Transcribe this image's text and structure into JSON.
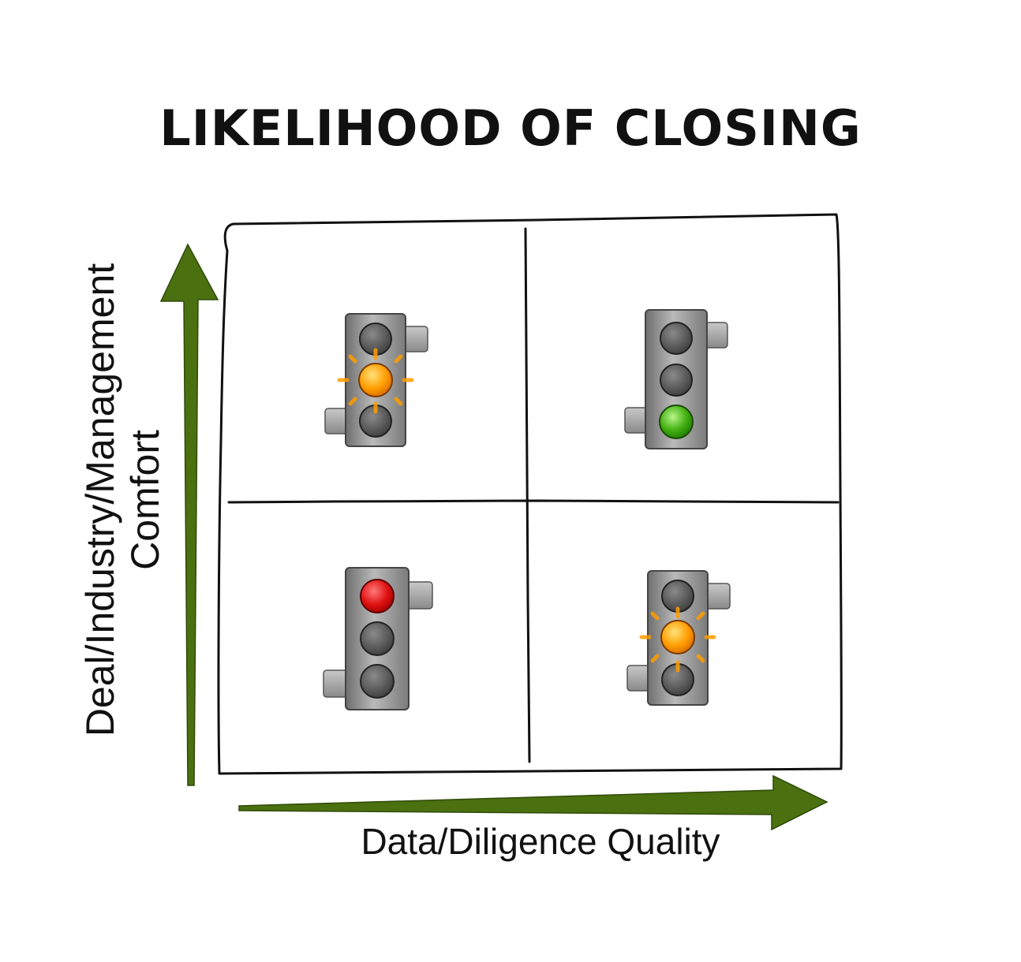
{
  "title": "LIKELIHOOD OF CLOSING",
  "axes": {
    "y_label_line1": "Deal/Industry/Management",
    "y_label_line2": "Comfort",
    "x_label": "Data/Diligence Quality",
    "arrow_color": "#4a7010"
  },
  "quadrants": [
    {
      "position": "top-left",
      "light": "amber",
      "lit_color": "#ff9d00",
      "icon": "traffic-light-amber-icon"
    },
    {
      "position": "top-right",
      "light": "green",
      "lit_color": "#3fae0e",
      "icon": "traffic-light-green-icon"
    },
    {
      "position": "bottom-left",
      "light": "red",
      "lit_color": "#e01010",
      "icon": "traffic-light-red-icon"
    },
    {
      "position": "bottom-right",
      "light": "amber",
      "lit_color": "#ff9d00",
      "icon": "traffic-light-amber-icon"
    }
  ]
}
